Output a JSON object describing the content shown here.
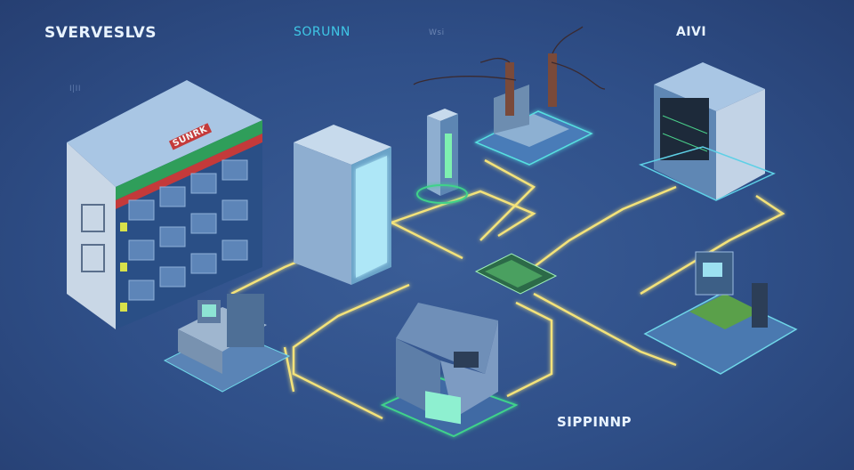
{
  "labels": {
    "top_left": "SVERVESLVS",
    "top_center": "SORUNN",
    "top_center_faint": "Wsi",
    "top_right": "AIVI",
    "bottom_right": "SIPPINNP",
    "left_faint": "I|II",
    "store_sign": "SUNRK"
  },
  "colors": {
    "background": "#2f4f86",
    "connection_line": "#f3e27a",
    "accent_green": "#3fd28a",
    "label_white": "#e8f3ff",
    "label_cyan": "#3fc7e6"
  }
}
